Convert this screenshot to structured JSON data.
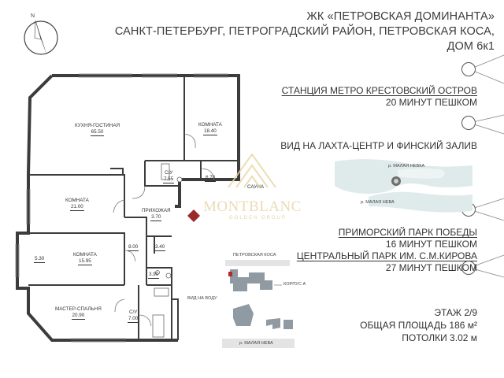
{
  "header": {
    "line1": "ЖК «ПЕТРОВСКАЯ ДОМИНАНТА»",
    "line2": "САНКТ-ПЕТЕРБУРГ, ПЕТРОГРАДСКИЙ РАЙОН, ПЕТРОВСКАЯ КОСА,",
    "line3": "ДОМ 6к1"
  },
  "info": {
    "metro_title": "СТАНЦИЯ МЕТРО КРЕСТОВСКИЙ ОСТРОВ",
    "metro_time": "20 МИНУТ ПЕШКОМ",
    "view": "ВИД НА ЛАХТА-ЦЕНТР И ФИНСКИЙ ЗАЛИВ",
    "park1_title": "ПРИМОРСКИЙ ПАРК ПОБЕДЫ",
    "park1_time": "16 МИНУТ ПЕШКОМ",
    "park2_title": "ЦЕНТРАЛЬНЫЙ ПАРК ИМ. С.М.КИРОВА",
    "park2_time": "27 МИНУТ ПЕШКОМ",
    "floor": "ЭТАЖ 2/9",
    "area": "ОБЩАЯ ПЛОЩАДЬ 186 м²",
    "ceiling": "ПОТОЛКИ 3.02 м"
  },
  "map": {
    "river_top": "р. МАЛАЯ НЕВКА",
    "river_bottom": "р. МАЛАЯ НЕВА"
  },
  "site": {
    "street": "ПЕТРОВСКАЯ КОСА",
    "building": "КОРПУС А",
    "view_label": "ВИД НА ВОДУ",
    "river": "р. МАЛАЯ НЕВА"
  },
  "watermark": {
    "brand": "MONTBLANC",
    "sub": "GOLDEN GROUP"
  },
  "compass": {
    "label": "N"
  },
  "rooms": [
    {
      "name": "КУХНЯ-ГОСТИНАЯ",
      "area": "65.50"
    },
    {
      "name": "КОМНАТА",
      "area": "18.40"
    },
    {
      "name": "С/У",
      "area": "7.55"
    },
    {
      "name": "",
      "area": "6.70"
    },
    {
      "name": "САУНА",
      "area": ""
    },
    {
      "name": "КОМНАТА",
      "area": "21.00"
    },
    {
      "name": "ПРИХОЖАЯ",
      "area": "3.70"
    },
    {
      "name": "",
      "area": "5.30"
    },
    {
      "name": "КОМНАТА",
      "area": "15.95"
    },
    {
      "name": "",
      "area": "8.00"
    },
    {
      "name": "",
      "area": "3.40"
    },
    {
      "name": "",
      "area": "3.90"
    },
    {
      "name": "МАСТЕР-СПАЛЬНЯ",
      "area": "20.90"
    },
    {
      "name": "С/У",
      "area": "7.00"
    }
  ]
}
